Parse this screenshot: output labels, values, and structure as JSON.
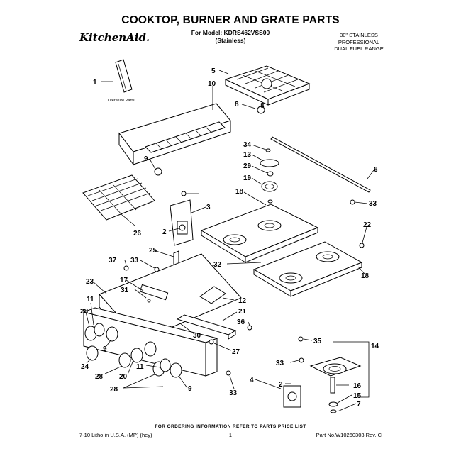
{
  "header": {
    "title": "COOKTOP, BURNER AND GRATE PARTS",
    "brand": "KitchenAid.",
    "model_line": "For Model: KDRS462VSS00",
    "finish_line": "(Stainless)",
    "product_lines": [
      "30\" STAINLESS",
      "PROFESSIONAL",
      "DUAL FUEL RANGE"
    ]
  },
  "diagram": {
    "literature_label": "Literature Parts",
    "callouts": [
      "1",
      "5",
      "10",
      "6",
      "8",
      "34",
      "13",
      "29",
      "19",
      "18",
      "9",
      "33",
      "3",
      "2",
      "26",
      "25",
      "37",
      "17",
      "33",
      "22",
      "32",
      "18",
      "23",
      "31",
      "11",
      "12",
      "28",
      "21",
      "36",
      "30",
      "9",
      "35",
      "24",
      "28",
      "20",
      "11",
      "27",
      "14",
      "33",
      "4",
      "2",
      "16",
      "15",
      "7",
      "28",
      "9",
      "33",
      "8"
    ]
  },
  "footer": {
    "center": "FOR ORDERING INFORMATION REFER TO PARTS PRICE LIST",
    "left": "7-10 Litho in U.S.A. (MP) (hey)",
    "page": "1",
    "right": "Part No.W10260303 Rev. C"
  }
}
